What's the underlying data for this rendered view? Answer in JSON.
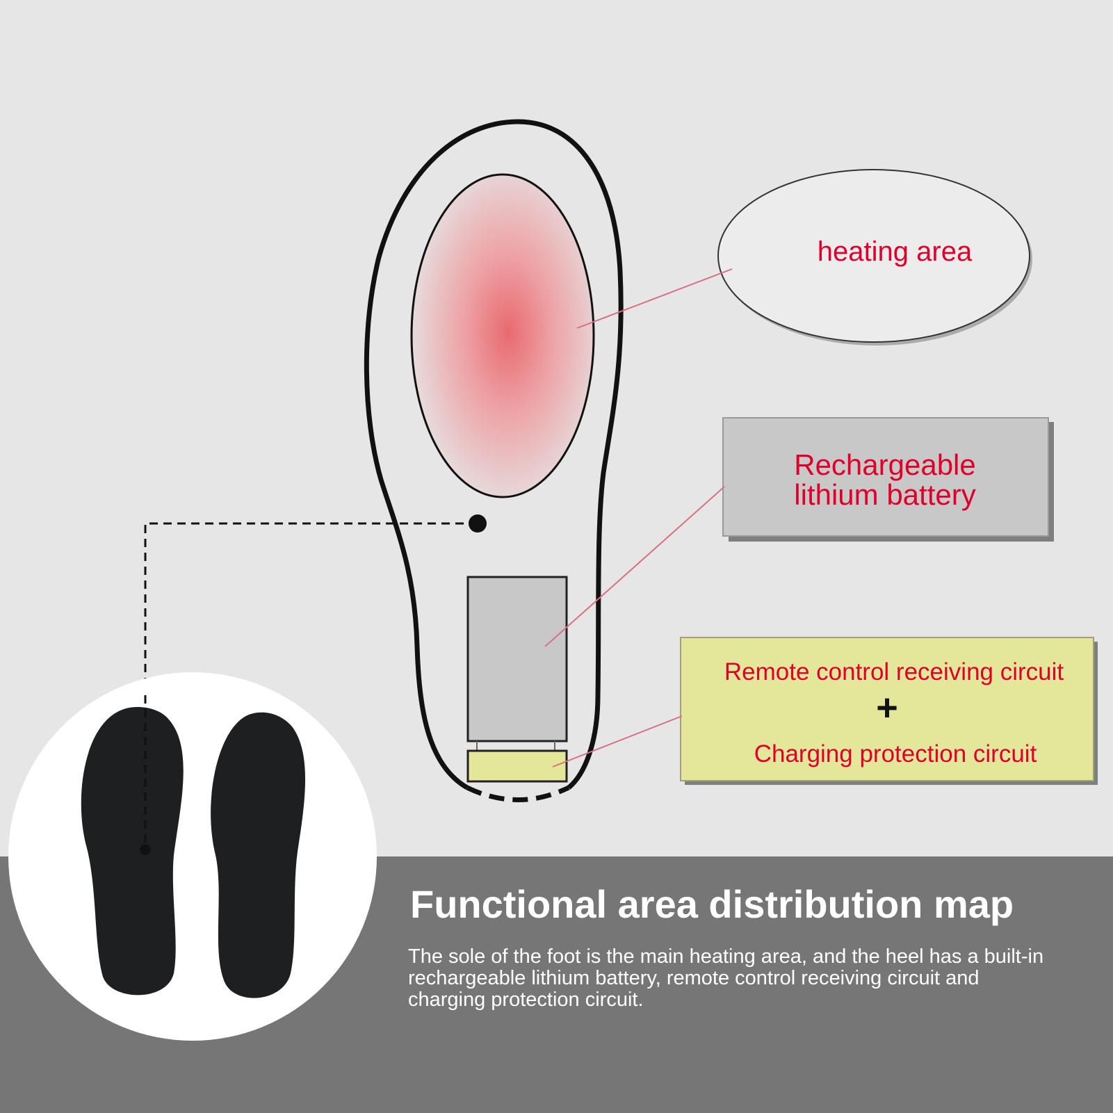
{
  "labels": {
    "heating_area": "heating area",
    "battery_line1": "Rechargeable",
    "battery_line2": "lithium battery",
    "circuit_line1": "Remote control receiving circuit",
    "plus": "+",
    "circuit_line2": "Charging protection circuit"
  },
  "footer": {
    "title": "Functional area distribution map",
    "description": "The sole of the foot is the main heating area, and the heel has a built-in rechargeable lithium battery, remote control receiving circuit and charging protection circuit."
  },
  "colors": {
    "background": "#e6e6e6",
    "label_text": "#e0002a",
    "heating_center": "#e86a70",
    "battery_fill": "#c8c8c8",
    "circuit_fill": "#e4e79a",
    "footer_band": "#767676"
  }
}
